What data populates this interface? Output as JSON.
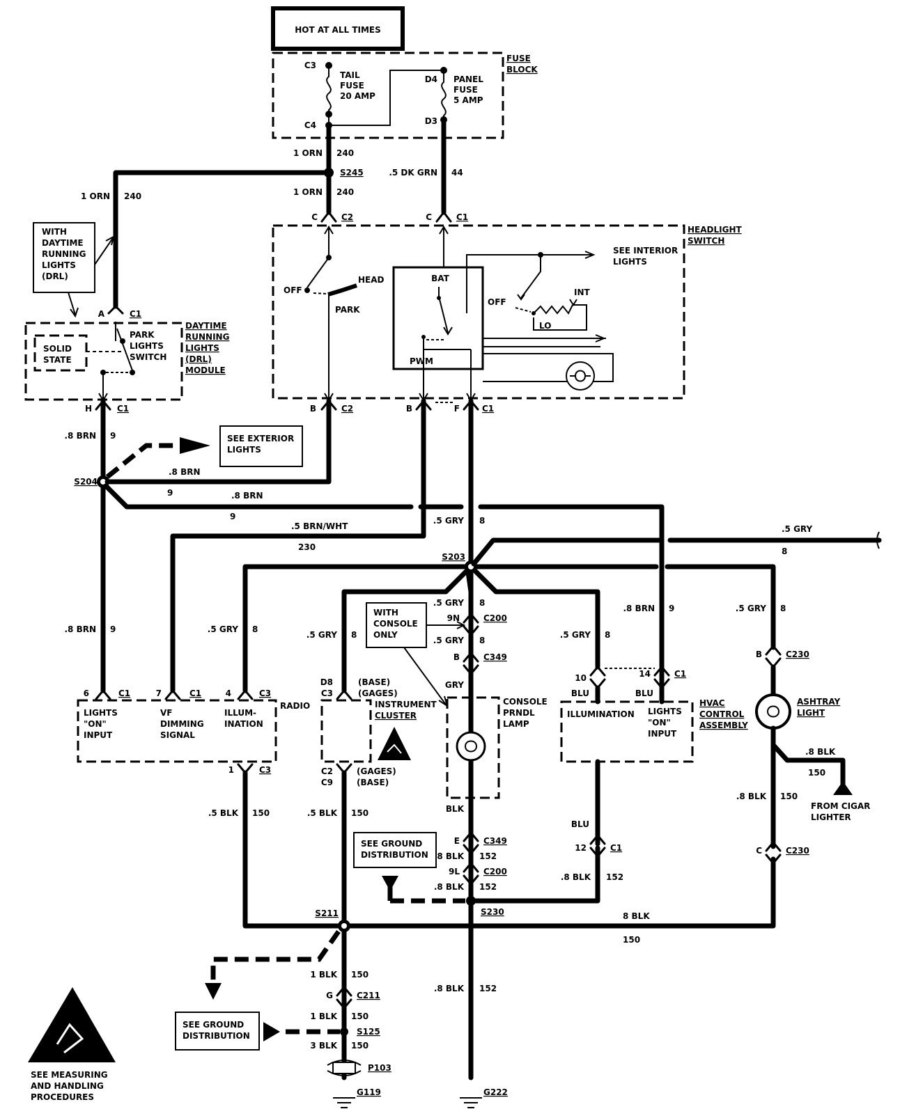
{
  "header": {
    "hot_label": "HOT AT ALL TIMES"
  },
  "fuse_block": {
    "label_line1": "FUSE",
    "label_line2": "BLOCK",
    "tail_fuse": [
      "TAIL",
      "FUSE",
      "20 AMP"
    ],
    "panel_fuse": [
      "PANEL",
      "FUSE",
      "5 AMP"
    ],
    "pins": [
      "C3",
      "C4",
      "D4",
      "D3"
    ]
  },
  "headlight_switch": {
    "label_line1": "HEADLIGHT",
    "label_line2": "SWITCH",
    "off_left": "OFF",
    "head": "HEAD",
    "park": "PARK",
    "bat": "BAT",
    "pwm": "PWM",
    "off_right": "OFF",
    "lo": "LO",
    "int": "INT",
    "see_interior": [
      "SEE INTERIOR",
      "LIGHTS"
    ]
  },
  "drl": {
    "note": [
      "WITH",
      "DAYTIME",
      "RUNNING",
      "LIGHTS",
      "(DRL)"
    ],
    "module_label": [
      "DAYTIME",
      "RUNNING",
      "LIGHTS",
      "(DRL)",
      "MODULE"
    ],
    "solid_state": [
      "SOLID",
      "STATE"
    ],
    "park_switch": [
      "PARK",
      "LIGHTS",
      "SWITCH"
    ]
  },
  "wires": {
    "w1": "1 ORN",
    "w1n": "240",
    "w2": ".5 DK GRN",
    "w2n": "44",
    "brn": ".8 BRN",
    "brn_n": "9",
    "brnwht": ".5 BRN/WHT",
    "brnwht_n": "230",
    "gry": ".5 GRY",
    "gry_n": "8",
    "blk5": ".5 BLK",
    "blk8": ".8 BLK",
    "blk8b": "8 BLK",
    "blk1": "1 BLK",
    "blk3": "3 BLK",
    "n150": "150",
    "n152": "152",
    "blu": "BLU",
    "gry_plain": "GRY",
    "blk_plain": "BLK"
  },
  "splices": [
    "S245",
    "S204",
    "S203",
    "S211",
    "S230",
    "S125"
  ],
  "connectors": {
    "c1": "C1",
    "c2": "C2",
    "c3": "C3",
    "c9": "C9",
    "c200": "C200",
    "c349": "C349",
    "c230": "C230",
    "c211": "C211",
    "p103": "P103",
    "pin_c": "C",
    "pin_a": "A",
    "pin_h": "H",
    "pin_b": "B",
    "pin_f": "F",
    "pin_6": "6",
    "pin_7": "7",
    "pin_4": "4",
    "pin_1": "1",
    "pin_d8": "D8",
    "pin_9n": "9N",
    "pin_9l": "9L",
    "pin_e": "E",
    "pin_10": "10",
    "pin_14": "14",
    "pin_12": "12",
    "pin_g": "G"
  },
  "grounds": [
    "G119",
    "G222"
  ],
  "notes": {
    "see_exterior": [
      "SEE EXTERIOR",
      "LIGHTS"
    ],
    "with_console": [
      "WITH",
      "CONSOLE",
      "ONLY"
    ],
    "see_ground_1": [
      "SEE GROUND",
      "DISTRIBUTION"
    ],
    "see_ground_2": [
      "SEE GROUND",
      "DISTRIBUTION"
    ],
    "measuring": [
      "SEE MEASURING",
      "AND HANDLING",
      "PROCEDURES"
    ],
    "cigar": [
      "FROM CIGAR",
      "LIGHTER"
    ]
  },
  "components": {
    "radio": "RADIO",
    "lights_on": [
      "LIGHTS",
      "\"ON\"",
      "INPUT"
    ],
    "vf_dimming": [
      "VF",
      "DIMMING",
      "SIGNAL"
    ],
    "illumination_radio": [
      "ILLUM-",
      "INATION"
    ],
    "cluster": [
      "INSTRUMENT",
      "CLUSTER"
    ],
    "base": "(BASE)",
    "gages": "(GAGES)",
    "console_lamp": [
      "CONSOLE",
      "PRNDL",
      "LAMP"
    ],
    "hvac_illum": "ILLUMINATION",
    "hvac_lights_on": [
      "LIGHTS",
      "\"ON\"",
      "INPUT"
    ],
    "hvac_label": [
      "HVAC",
      "CONTROL",
      "ASSEMBLY"
    ],
    "ashtray": [
      "ASHTRAY",
      "LIGHT"
    ]
  }
}
